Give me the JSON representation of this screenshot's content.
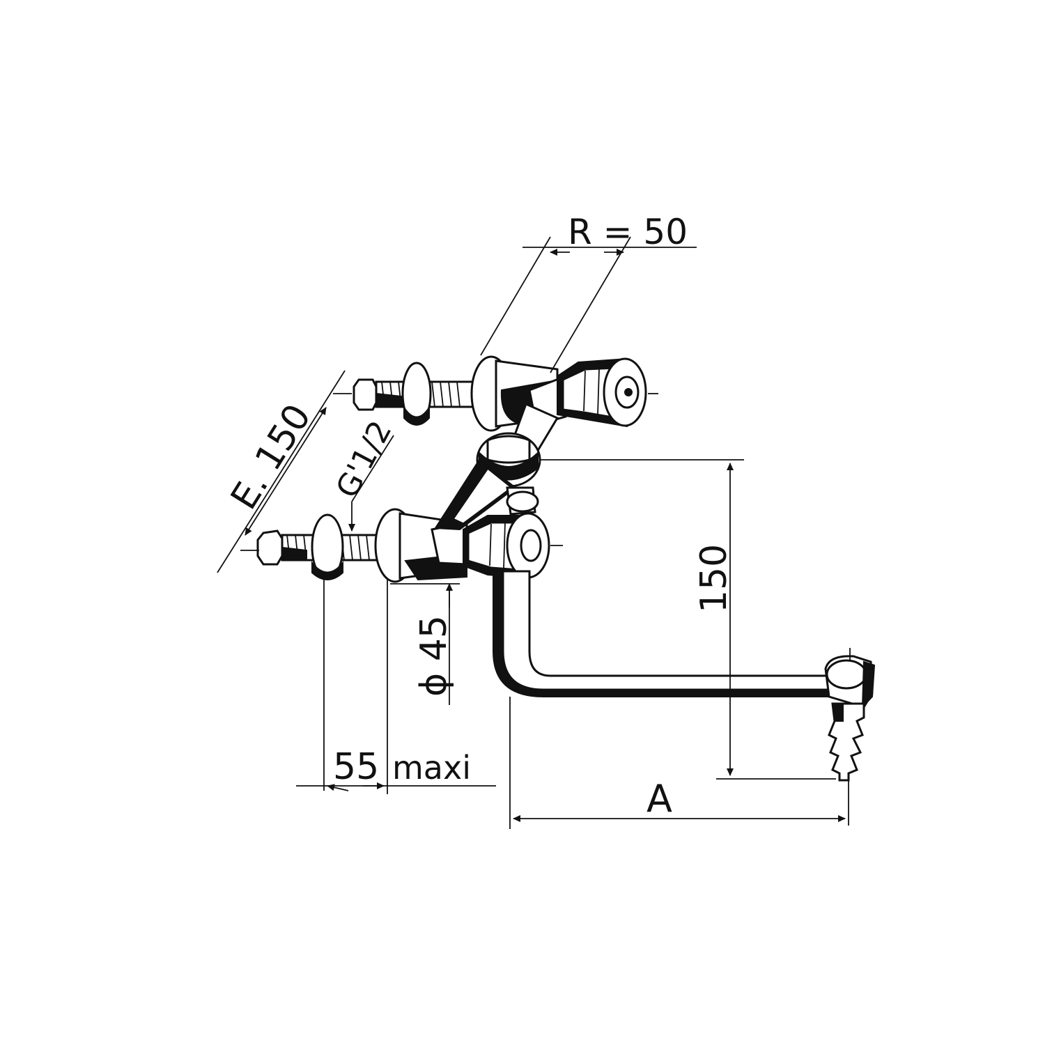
{
  "drawing": {
    "colors": {
      "ink": "#111111",
      "paper": "#ffffff"
    },
    "dimensions": {
      "radius": "R = 50",
      "spacing": "E. 150",
      "thread": "G'1/2",
      "diameter": "ϕ 45",
      "height": "150",
      "depth": "55",
      "depth_suffix": "maxi",
      "reach": "A"
    }
  }
}
